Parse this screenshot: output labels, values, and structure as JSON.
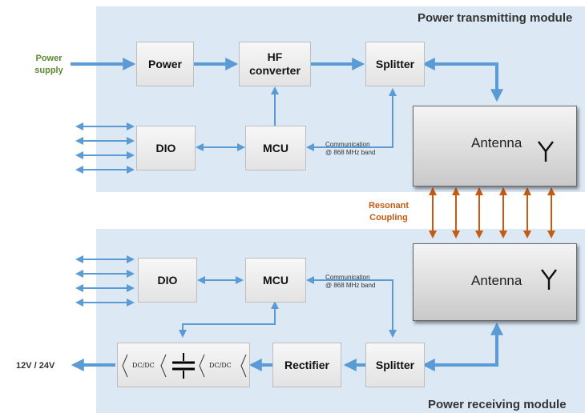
{
  "transmitting_module": {
    "title": "Power transmitting module",
    "input_label": "Power supply",
    "blocks": {
      "power": "Power",
      "hf_converter": "HF converter",
      "splitter": "Splitter",
      "dio": "DIO",
      "mcu": "MCU",
      "antenna": "Antenna"
    },
    "communication": "Communication\n@ 868 MHz band"
  },
  "coupling_label": "Resonant Coupling",
  "receiving_module": {
    "title": "Power receiving module",
    "output_label": "12V / 24V",
    "blocks": {
      "dio": "DIO",
      "mcu": "MCU",
      "antenna": "Antenna",
      "rectifier": "Rectifier",
      "splitter": "Splitter",
      "dcdc_left": "DC/DC",
      "dcdc_right": "DC/DC"
    },
    "communication": "Communication\n@ 868 MHz band"
  },
  "colors": {
    "module_bg": "#dce8f4",
    "power_arrow": "#5b9bd5",
    "coupling_arrow": "#c55a11",
    "input_label": "#5a8a2e",
    "coupling_label": "#c55a11"
  }
}
